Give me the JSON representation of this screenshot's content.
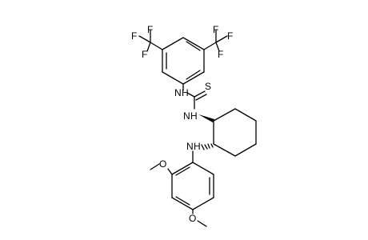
{
  "molecule": {
    "atoms": {
      "cf3_left_f_top": "F",
      "cf3_left_f_upper": "F",
      "cf3_left_f_lower": "F",
      "cf3_right_f_top": "F",
      "cf3_right_f_upper": "F",
      "cf3_right_f_lower": "F",
      "thiourea_n_aryl": "N",
      "thiourea_s": "S",
      "thiourea_n_cyclohexyl": "N",
      "amine_n": "N",
      "methoxy_o_ortho": "O",
      "methoxy_o_para": "O"
    },
    "implicit_h": {
      "thiourea_n_aryl": "H",
      "thiourea_n_cyclohexyl": "H",
      "amine_n": "H"
    }
  }
}
